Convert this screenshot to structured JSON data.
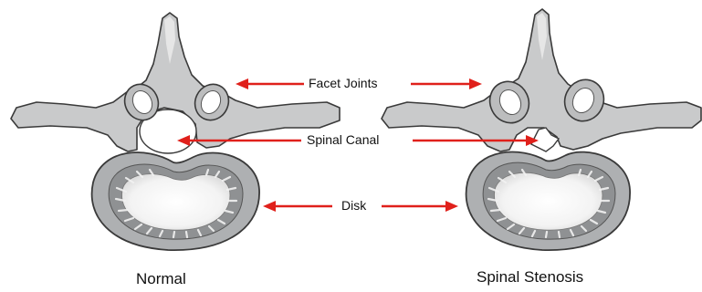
{
  "labels": {
    "facet_joints": "Facet Joints",
    "spinal_canal": "Spinal Canal",
    "disk": "Disk"
  },
  "captions": {
    "left": "Normal",
    "right": "Spinal Stenosis"
  },
  "colors": {
    "arrow": "#e0201b",
    "bone_fill": "#c9cacb",
    "bone_outline": "#3a3a3a",
    "disk_ring": "#aeb0b2",
    "nucleus": "#f7f7f7"
  }
}
